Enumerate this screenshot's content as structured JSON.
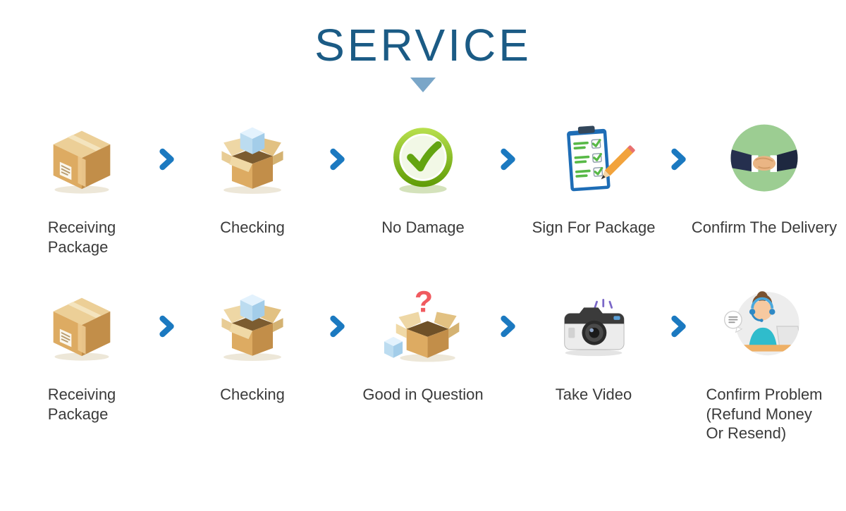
{
  "title": "SERVICE",
  "colors": {
    "title": "#1b5b85",
    "triangle": "#7aa6c8",
    "arrow": "#1b79c0",
    "label": "#3a3a3a",
    "background": "#ffffff",
    "box": "#ddab62",
    "check_green": "#63a411",
    "question_red": "#f05a5f"
  },
  "icons": {
    "question_glyph": "?"
  },
  "rows": [
    {
      "steps": [
        {
          "icon": "closed-box-icon",
          "label": "Receiving\nPackage"
        },
        {
          "icon": "open-box-cube-icon",
          "label": "Checking"
        },
        {
          "icon": "check-circle-icon",
          "label": "No Damage"
        },
        {
          "icon": "clipboard-pencil-icon",
          "label": "Sign For Package"
        },
        {
          "icon": "handshake-icon",
          "label": "Confirm The Delivery"
        }
      ]
    },
    {
      "steps": [
        {
          "icon": "closed-box-icon",
          "label": "Receiving\nPackage"
        },
        {
          "icon": "open-box-cube-icon",
          "label": "Checking"
        },
        {
          "icon": "question-box-icon",
          "label": "Good in Question"
        },
        {
          "icon": "camera-icon",
          "label": "Take Video"
        },
        {
          "icon": "support-agent-icon",
          "label": "Confirm Problem\n(Refund Money\nOr Resend)"
        }
      ]
    }
  ]
}
